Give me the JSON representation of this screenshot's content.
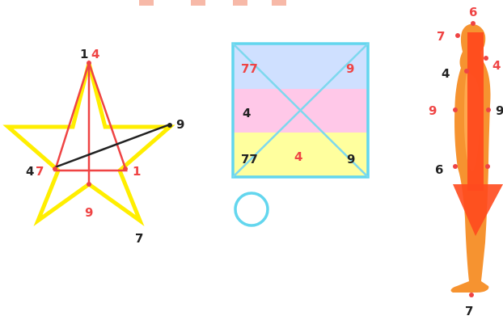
{
  "colors": {
    "red": "#ef4444",
    "black": "#222222",
    "yellow": "#ffee00",
    "cyan": "#63d6ee",
    "band_blue": "#cfe0ff",
    "band_pink": "#ffc8e8",
    "band_yellow": "#ffff9e",
    "body_orange": "#f58a1e",
    "arrow_red": "#ff4a1e"
  },
  "star": {
    "top_left": "1",
    "top_right": "4",
    "right": "9",
    "left_black": "4",
    "left_red": "7",
    "inner_right": "1",
    "bottom_center": "9",
    "bottom_right": "7"
  },
  "square": {
    "top_left": "77",
    "top_right": "9",
    "mid_left": "4",
    "bottom_left": "77",
    "bottom_center": "4",
    "bottom_right": "9"
  },
  "figure": {
    "head": "6",
    "left_top": "7",
    "right_top": "4",
    "left_shoulder": "4",
    "left_mid": "9",
    "right_mid": "9",
    "left_low": "6",
    "feet": "7"
  }
}
